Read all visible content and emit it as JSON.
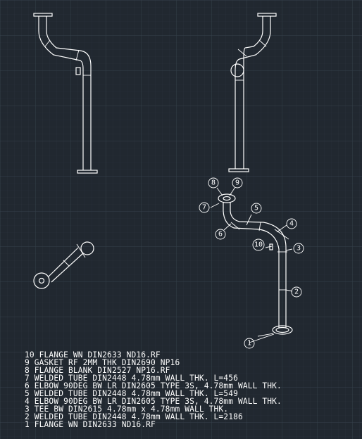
{
  "bom": {
    "rows": [
      "10 FLANGE WN DIN2633 ND16.RF",
      "9 GASKET RF 2MM THK DIN2690 NP16",
      "8 FLANGE BLANK DIN2527 NP16.RF",
      "7 WELDED TUBE DIN2448 4.78mm WALL THK. L=456",
      "6 ELBOW 90DEG BW LR DIN2605 TYPE 3S, 4.78mm WALL THK.",
      "5 WELDED TUBE DIN2448 4.78mm WALL THK. L=549",
      "4 ELBOW 90DEG BW LR DIN2605 TYPE 3S, 4.78mm WALL THK.",
      "3 TEE BW DIN2615 4.78mm x 4.78mm WALL THK.",
      "2 WELDED TUBE DIN2448 4.78mm WALL THK. L=2186",
      "1 FLANGE WN DIN2633 ND16.RF"
    ]
  },
  "balloons": {
    "b1": "1",
    "b2": "2",
    "b3": "3",
    "b4": "4",
    "b5": "5",
    "b6": "6",
    "b7": "7",
    "b8": "8",
    "b9": "9",
    "b10": "10"
  },
  "colors": {
    "background": "#212830",
    "grid_minor": "#2a323c",
    "grid_major": "#35404b",
    "lines": "#ffffff"
  }
}
